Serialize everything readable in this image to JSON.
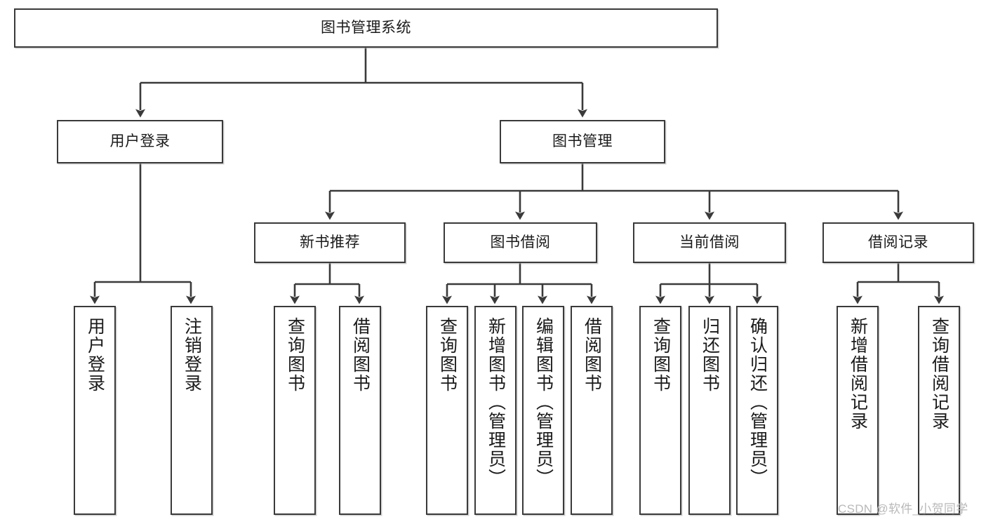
{
  "diagram": {
    "title": "图书管理系统",
    "watermark": "CSDN @软件_小贺同学",
    "levels": {
      "root": "图书管理系统",
      "level2": [
        "用户登录",
        "图书管理"
      ],
      "level3": [
        "新书推荐",
        "图书借阅",
        "当前借阅",
        "借阅记录"
      ]
    },
    "nodes": {
      "root": {
        "label": "图书管理系统"
      },
      "user_login": {
        "label": "用户登录"
      },
      "book_manage": {
        "label": "图书管理"
      },
      "new_book_rec": {
        "label": "新书推荐"
      },
      "book_borrow": {
        "label": "图书借阅"
      },
      "current_borrow": {
        "label": "当前借阅"
      },
      "borrow_record": {
        "label": "借阅记录"
      },
      "leaf_user_login": {
        "label": "用户登录"
      },
      "leaf_logout": {
        "label": "注销登录"
      },
      "leaf_query_book_1": {
        "label": "查询图书"
      },
      "leaf_borrow_book_1": {
        "label": "借阅图书"
      },
      "leaf_query_book_2": {
        "label": "查询图书"
      },
      "leaf_add_book_admin": {
        "label": "新增图书（管理员）"
      },
      "leaf_edit_book_admin": {
        "label": "编辑图书（管理员）"
      },
      "leaf_borrow_book_2": {
        "label": "借阅图书"
      },
      "leaf_query_book_3": {
        "label": "查询图书"
      },
      "leaf_return_book": {
        "label": "归还图书"
      },
      "leaf_confirm_return_admin": {
        "label": "确认归还（管理员）"
      },
      "leaf_add_record": {
        "label": "新增借阅记录"
      },
      "leaf_query_record": {
        "label": "查询借阅记录"
      }
    },
    "edges": [
      {
        "from": "root",
        "to": "user_login"
      },
      {
        "from": "root",
        "to": "book_manage"
      },
      {
        "from": "user_login",
        "to": "leaf_user_login"
      },
      {
        "from": "user_login",
        "to": "leaf_logout"
      },
      {
        "from": "book_manage",
        "to": "new_book_rec"
      },
      {
        "from": "book_manage",
        "to": "book_borrow"
      },
      {
        "from": "book_manage",
        "to": "current_borrow"
      },
      {
        "from": "book_manage",
        "to": "borrow_record"
      },
      {
        "from": "new_book_rec",
        "to": "leaf_query_book_1"
      },
      {
        "from": "new_book_rec",
        "to": "leaf_borrow_book_1"
      },
      {
        "from": "book_borrow",
        "to": "leaf_query_book_2"
      },
      {
        "from": "book_borrow",
        "to": "leaf_add_book_admin"
      },
      {
        "from": "book_borrow",
        "to": "leaf_edit_book_admin"
      },
      {
        "from": "book_borrow",
        "to": "leaf_borrow_book_2"
      },
      {
        "from": "current_borrow",
        "to": "leaf_query_book_3"
      },
      {
        "from": "current_borrow",
        "to": "leaf_return_book"
      },
      {
        "from": "current_borrow",
        "to": "leaf_confirm_return_admin"
      },
      {
        "from": "borrow_record",
        "to": "leaf_add_record"
      },
      {
        "from": "borrow_record",
        "to": "leaf_query_record"
      }
    ],
    "colors": {
      "box_border": "#3a3a3a",
      "box_fill": "#ffffff",
      "connector": "#3a3a3a",
      "text": "#1a1a1a",
      "watermark": "#b9b9b9",
      "background": "#ffffff"
    }
  }
}
